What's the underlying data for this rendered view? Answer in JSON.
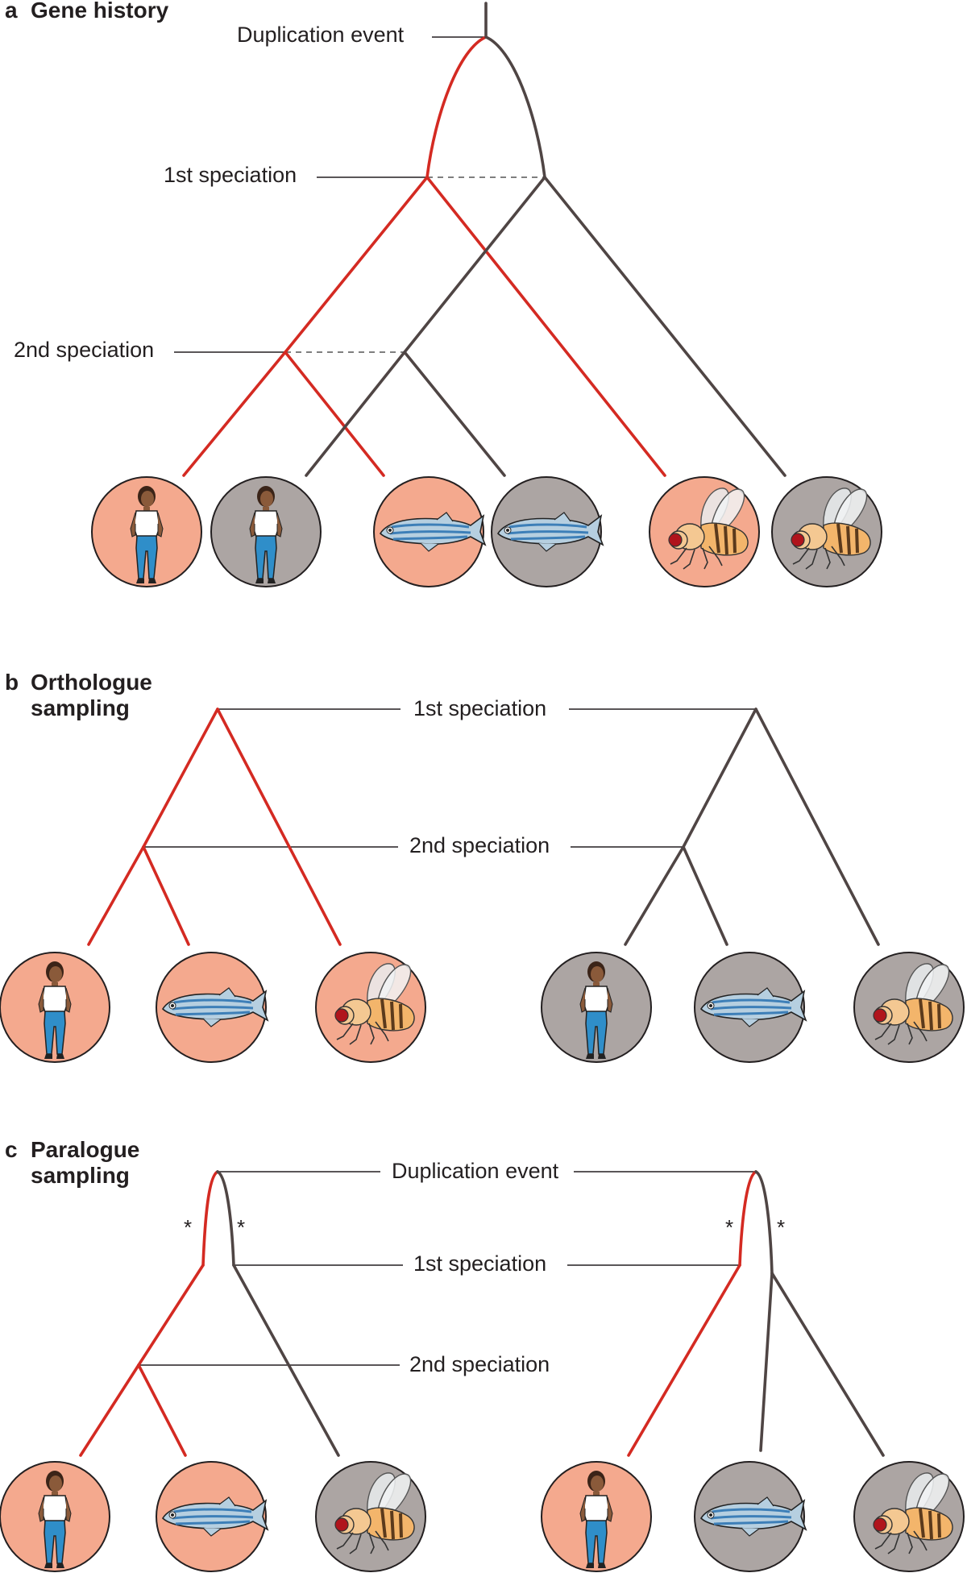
{
  "panels": {
    "a": {
      "letter": "a",
      "title": "Gene history"
    },
    "b": {
      "letter": "b",
      "title_line1": "Orthologue",
      "title_line2": "sampling"
    },
    "c": {
      "letter": "c",
      "title_line1": "Paralogue",
      "title_line2": "sampling"
    }
  },
  "labels": {
    "duplication": "Duplication event",
    "speciation1": "1st speciation",
    "speciation2": "2nd speciation",
    "asterisk": "*"
  },
  "colors": {
    "paralog_a": "#d42a22",
    "paralog_b": "#4f4544",
    "circle_a": "#f4a98e",
    "circle_b": "#aca5a3"
  },
  "species_icons": [
    "human-icon",
    "zebrafish-icon",
    "fruit-fly-icon"
  ]
}
